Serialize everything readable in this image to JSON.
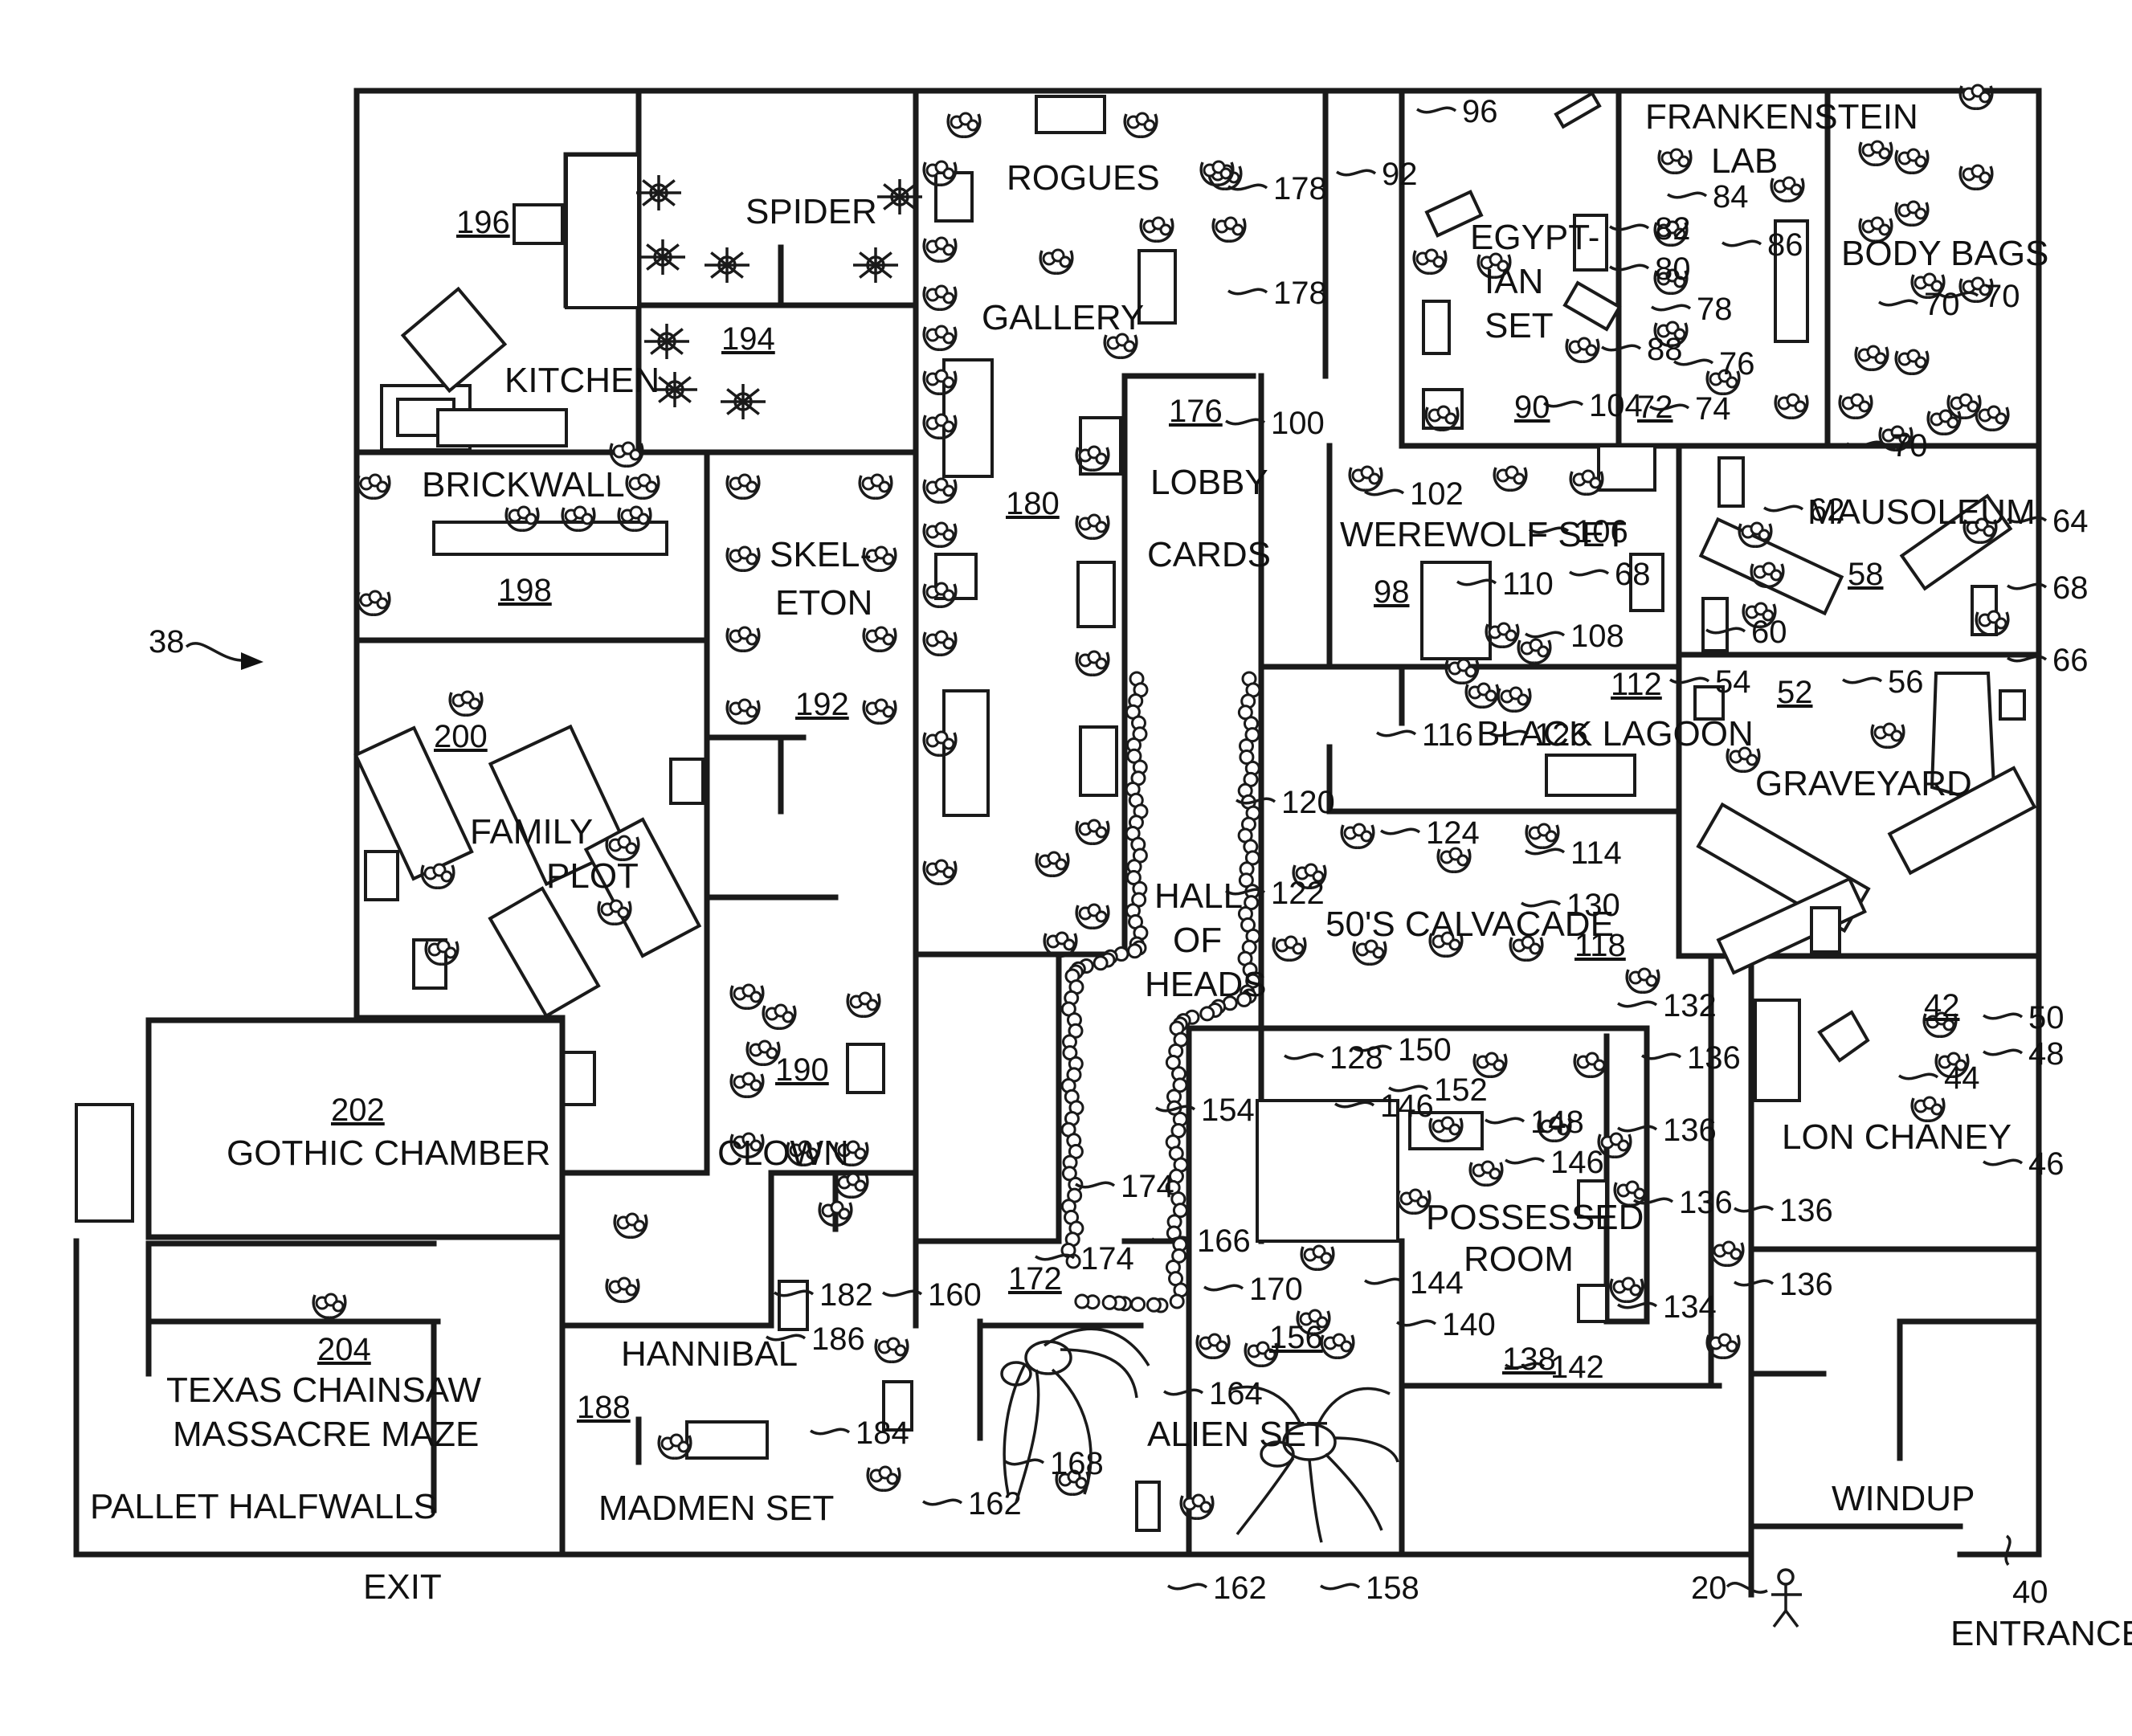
{
  "figure_ref": "38",
  "rooms": [
    {
      "key": "kitchen",
      "name": "KITCHEN",
      "num": "196"
    },
    {
      "key": "spider",
      "name": "SPIDER",
      "num": "194"
    },
    {
      "key": "rogues",
      "name": "ROGUES",
      "name2": "GALLERY"
    },
    {
      "key": "egyptian",
      "name": "EGYPT-",
      "name2": "IAN",
      "name3": "SET",
      "num": "90"
    },
    {
      "key": "frankenstein",
      "name": "FRANKENSTEIN",
      "name2": "LAB",
      "num": "72"
    },
    {
      "key": "bodybags",
      "name": "BODY BAGS"
    },
    {
      "key": "brickwall",
      "name": "BRICKWALL",
      "num": "198"
    },
    {
      "key": "skeleton",
      "name": "SKEL-",
      "name2": "ETON",
      "num": "192"
    },
    {
      "key": "lobby",
      "name": "LOBBY",
      "name2": "CARDS",
      "num": "176"
    },
    {
      "key": "werewolf",
      "name": "WEREWOLF SET",
      "num": "98"
    },
    {
      "key": "mausoleum",
      "name": "MAUSOLEUM",
      "num": "58"
    },
    {
      "key": "familyplot",
      "name": "FAMILY",
      "name2": "PLOT",
      "num": "200"
    },
    {
      "key": "blacklagoon",
      "name": "BLACK LAGOON",
      "num": "112"
    },
    {
      "key": "graveyard",
      "name": "GRAVEYARD",
      "num": "52"
    },
    {
      "key": "hallofheads",
      "name": "HALL",
      "name2": "OF",
      "name3": "HEADS"
    },
    {
      "key": "calvacade",
      "name": "50'S CALVACADE",
      "num": "118"
    },
    {
      "key": "clown",
      "name": "CLOWN",
      "num": "190"
    },
    {
      "key": "lonchaney",
      "name": "LON CHANEY",
      "num": "42"
    },
    {
      "key": "gothic",
      "name": "GOTHIC CHAMBER",
      "num": "202"
    },
    {
      "key": "possessed",
      "name": "POSSESSED",
      "name2": "ROOM",
      "num": "138"
    },
    {
      "key": "texas",
      "name": "TEXAS CHAINSAW",
      "name2": "MASSACRE MAZE",
      "num": "204"
    },
    {
      "key": "hannibal",
      "name": "HANNIBAL",
      "num": "188"
    },
    {
      "key": "alien",
      "name": "ALIEN SET",
      "num": "156"
    },
    {
      "key": "madmen",
      "name": "MADMEN SET"
    },
    {
      "key": "pallet",
      "name": "PALLET HALFWALLS"
    },
    {
      "key": "windup",
      "name": "WINDUP"
    }
  ],
  "misc_labels": {
    "exit": "EXIT",
    "entrance": "ENTRANCE",
    "entrance_num": "40",
    "visitor_num": "20",
    "hall_num": "180",
    "alien_corridor_num": "172"
  },
  "ref_numbers": [
    "178",
    "178",
    "96",
    "92",
    "84",
    "86",
    "82",
    "80",
    "78",
    "88",
    "76",
    "74",
    "70",
    "70",
    "70",
    "100",
    "102",
    "104",
    "106",
    "110",
    "108",
    "68",
    "62",
    "64",
    "68",
    "60",
    "66",
    "54",
    "56",
    "116",
    "126",
    "114",
    "120",
    "124",
    "122",
    "130",
    "128",
    "132",
    "150",
    "152",
    "148",
    "146",
    "146",
    "136",
    "136",
    "136",
    "136",
    "136",
    "134",
    "50",
    "44",
    "48",
    "46",
    "154",
    "174",
    "174",
    "166",
    "170",
    "144",
    "140",
    "142",
    "160",
    "164",
    "168",
    "162",
    "162",
    "158",
    "182",
    "186",
    "184"
  ]
}
